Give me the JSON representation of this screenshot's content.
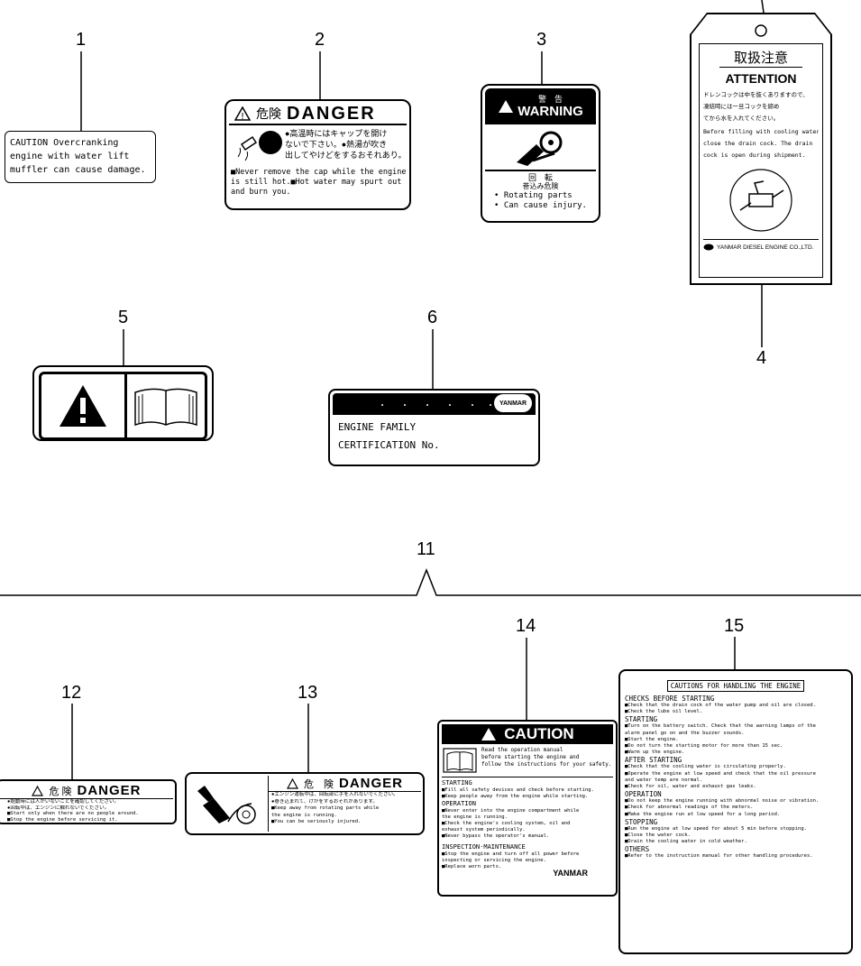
{
  "callouts": {
    "n1": "1",
    "n2": "2",
    "n3": "3",
    "n4": "4",
    "n5": "5",
    "n6": "6",
    "n11": "11",
    "n12": "12",
    "n13": "13",
    "n14": "14",
    "n15": "15"
  },
  "label1": {
    "lines": [
      "CAUTION Overcranking",
      "engine with water lift",
      "muffler can cause damage."
    ]
  },
  "label2": {
    "heading_jp": "危険",
    "heading": "DANGER",
    "jp_lines": [
      "●高温時にはキャップを開け",
      "ないで下さい。●熱湯が吹き",
      "出してやけどをするおそれあり。"
    ],
    "en_lines": [
      "■Never remove the cap while the engine",
      "is still hot.■Hot water may spurt out",
      "and burn you."
    ]
  },
  "label3": {
    "heading_jp": "警　告",
    "heading": "WARNING",
    "jp_caption": "回　転",
    "jp_caption2": "巻込み危険",
    "en_lines": [
      "• Rotating parts",
      "• Can cause injury."
    ]
  },
  "label4": {
    "title_jp": "取扱注意",
    "title": "ATTENTION",
    "jp_lines": [
      "ドレンコックは中を抜くありますので、",
      "凍結時には一旦コックを締め",
      "てから水を入れてください。"
    ],
    "en_lines": [
      "Before filling with cooling water,",
      "close the drain cock. The drain",
      "cock is open during shipment."
    ],
    "maker": "YANMAR DIESEL ENGINE CO.,LTD."
  },
  "label6": {
    "brand": "YANMAR",
    "line1": "ENGINE FAMILY",
    "line2": "CERTIFICATION No."
  },
  "label12": {
    "heading_jp": "危 険",
    "heading": "DANGER",
    "jp_lines": [
      "●始動時には人がいないことを確認してください。",
      "●回転中は、エンジンに触れないでください。"
    ],
    "en_lines": [
      "■Start only when there are no people around.",
      "■Stop the engine before servicing it."
    ]
  },
  "label13": {
    "heading_jp": "危　険",
    "heading": "DANGER",
    "jp_lines": [
      "●エンジン運転中は、回転部に手を入れないでください。",
      "●巻き込まれて、けがをするおそれがあります。"
    ],
    "en_lines": [
      "■Keep away from rotating parts while",
      "the engine is running.",
      "■You can be seriously injured."
    ]
  },
  "label14": {
    "heading": "CAUTION",
    "intro_lines": [
      "Read the operation manual",
      "before starting the engine and",
      "follow the instructions for your safety."
    ],
    "sections": [
      {
        "title": "STARTING",
        "lines": [
          "■Fill all safety devices and check before starting.",
          "■Keep people away from the engine while starting."
        ]
      },
      {
        "title": "OPERATION",
        "lines": [
          "■Never enter into the engine compartment while",
          "the engine is running.",
          "■Check the engine's cooling system, oil and",
          "exhaust system periodically.",
          "■Never bypass the operator's manual."
        ]
      },
      {
        "title": "INSPECTION·MAINTENANCE",
        "lines": [
          "■Stop the engine and turn off all power before",
          "inspecting or servicing the engine.",
          "■Replace worn parts."
        ]
      }
    ],
    "brand": "YANMAR"
  },
  "label15": {
    "title": "CAUTIONS FOR HANDLING THE ENGINE",
    "sections": [
      {
        "title": "CHECKS BEFORE STARTING",
        "lines": [
          "■Check that the drain cock of the water pump and oil are closed.",
          "■Check the lube oil level."
        ]
      },
      {
        "title": "STARTING",
        "lines": [
          "■Turn on the battery switch. Check that the warning lamps of the",
          "alarm panel go on and the buzzer sounds.",
          "■Start the engine.",
          "■Do not turn the starting motor for more than 15 sec.",
          "■Warm up the engine."
        ]
      },
      {
        "title": "AFTER STARTING",
        "lines": [
          "■Check that the cooling water is circulating properly.",
          "■Operate the engine at low speed and check that the oil pressure",
          "and water temp are normal.",
          "■Check for oil, water and exhaust gas leaks."
        ]
      },
      {
        "title": "OPERATION",
        "lines": [
          "■Do not keep the engine running with abnormal noise or vibration.",
          "■Check for abnormal readings of the meters.",
          "■Make the engine run at low speed for a long period."
        ]
      },
      {
        "title": "STOPPING",
        "lines": [
          "■Run the engine at low speed for about 5 min before stopping.",
          "■Close the water cock.",
          "■Drain the cooling water in cold weather."
        ]
      },
      {
        "title": "OTHERS",
        "lines": [
          "■Refer to the instruction manual for other handling procedures."
        ]
      }
    ]
  }
}
